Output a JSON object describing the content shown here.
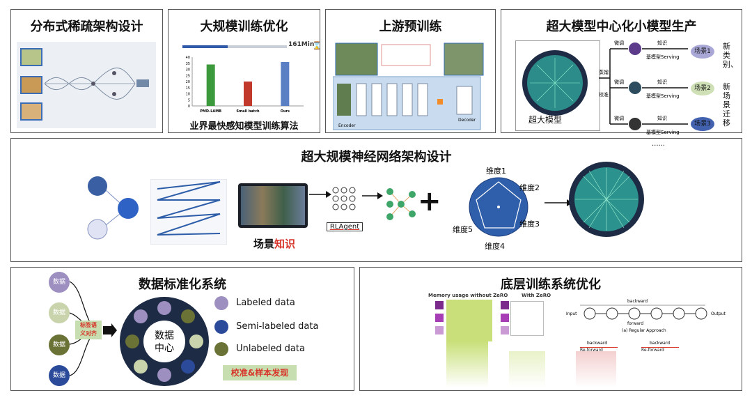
{
  "panels": {
    "p1_title": "分布式稀疏架构设计",
    "p2_title": "大规模训练优化",
    "p2_caption": "业界最快感知模型训练算法",
    "p3_title": "上游预训练",
    "p4_title": "超大模型中心化小模型生产",
    "p5_title": "超大规模神经网络架构设计",
    "p6_title": "数据标准化系统",
    "p7_title": "底层训练系统优化"
  },
  "p2_progress": {
    "end_label": "161Min"
  },
  "chart_data": {
    "type": "bar",
    "categories": [
      "PMD-LAMB",
      "Small batch",
      "Ours"
    ],
    "values": [
      34,
      20,
      36
    ],
    "colors": [
      "#3c9a3c",
      "#c0392b",
      "#5b7fc4"
    ],
    "ylim": [
      0,
      40
    ],
    "yticks": [
      0,
      5,
      10,
      15,
      20,
      25,
      30,
      35,
      40
    ]
  },
  "p3": {
    "encoder": "Encoder",
    "decoder": "Decoder"
  },
  "p4": {
    "finetune": "微调",
    "knowledge": "知识",
    "serving": "基模型Serving",
    "distill": "蒸馏",
    "calibrate": "校准",
    "scenes": [
      "场景1",
      "场景2",
      "场景3"
    ],
    "big_model": "超大模型",
    "side_text": [
      "新类别、",
      "新场景迁移"
    ]
  },
  "p5": {
    "ellipsis": "......",
    "scene": "场景",
    "knowledge": "知识",
    "rlagent": "RLAgent",
    "dims": [
      "维度1",
      "维度2",
      "维度3",
      "维度4",
      "维度5"
    ]
  },
  "p6": {
    "data_word": "数据",
    "center": [
      "数据",
      "中心"
    ],
    "align": [
      "标签语",
      "义对齐"
    ],
    "legend": [
      "Labeled data",
      "Semi-labeled data",
      "Unlabeled data"
    ],
    "bottom": "校准&样本发现"
  },
  "p7": {
    "mem_title": "Memory usage without ZeRO",
    "zero_title": "With ZeRO",
    "forward": "forward",
    "backward": "backward",
    "regular": "(a) Regular Approach",
    "reforward": "Re-forward",
    "input": "Input",
    "output": "Output"
  },
  "colors": {
    "red": "#d8362b",
    "dark_navy": "#1e2b45",
    "teal": "#2fa59a"
  }
}
